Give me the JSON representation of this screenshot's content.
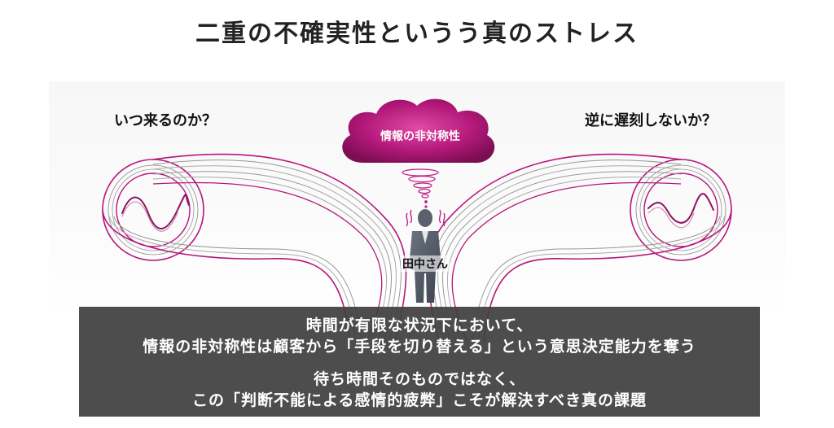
{
  "title": "二重の不確実性というう真のストレス",
  "labels": {
    "left_question": "いつ来るのか？",
    "right_question": "逆に遅刻しないか？",
    "cloud": "情報の非対称性",
    "person": "田中さん"
  },
  "message": {
    "line1": "時間が有限な状況下において、",
    "line2": "情報の非対称性は顧客から「手段を切り替える」という意思決定能力を奪う",
    "line3": "待ち時間そのものではなく、",
    "line4": "この「判断不能による感情的疲弊」こそが解決すべき真の課題"
  },
  "colors": {
    "accent": "#b5177a",
    "accent_light": "#e14aa8",
    "box": "#404040"
  }
}
